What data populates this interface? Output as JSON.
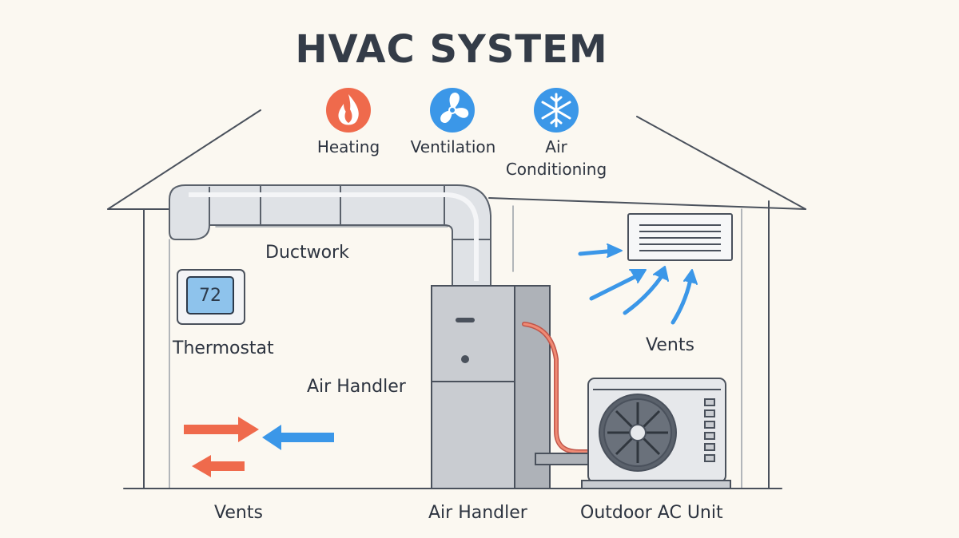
{
  "title": "HVAC SYSTEM",
  "categories": {
    "heating": {
      "label": "Heating",
      "icon": "flame-icon",
      "color": "#ef6a4c"
    },
    "ventilation": {
      "label": "Ventilation",
      "icon": "fan-icon",
      "color": "#3b97e8"
    },
    "air_conditioning": {
      "label_line1": "Air",
      "label_line2": "Conditioning",
      "icon": "snowflake-icon",
      "color": "#3b97e8"
    }
  },
  "labels": {
    "ductwork": "Ductwork",
    "thermostat": "Thermostat",
    "air_handler_mid": "Air Handler",
    "vents_right": "Vents",
    "vents_bottom": "Vents",
    "air_handler_bottom": "Air Handler",
    "outdoor_unit": "Outdoor AC Unit"
  },
  "thermostat": {
    "reading": "72"
  },
  "colors": {
    "warm_air": "#ef6a4c",
    "cool_air": "#3b97e8",
    "line": "#4a515c",
    "duct": "#dfe2e6",
    "cabinet": "#c9ccd1",
    "thermostat_screen": "#8ec3ec"
  }
}
